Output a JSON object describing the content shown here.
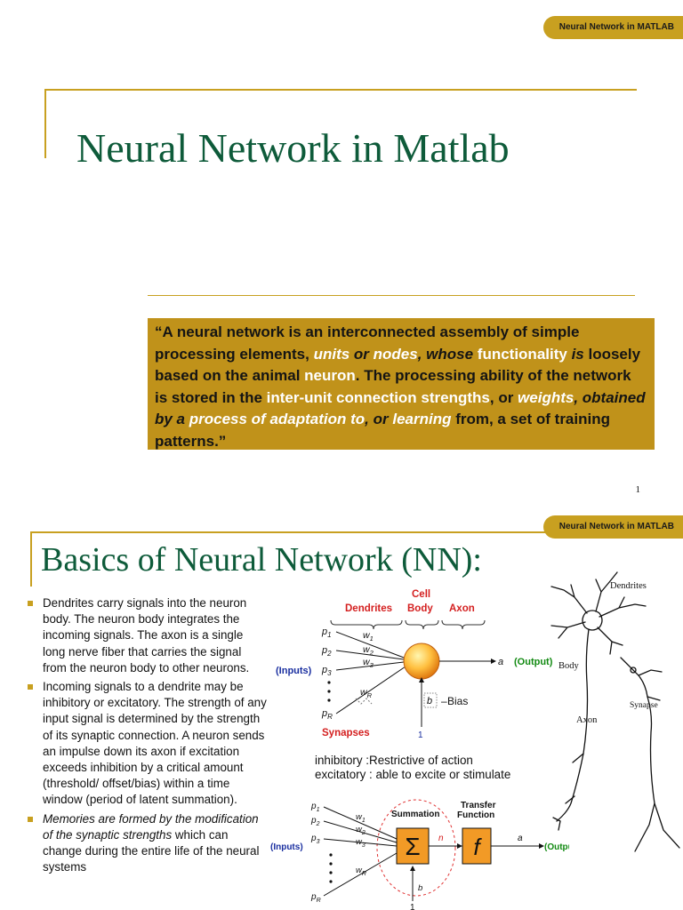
{
  "slide1": {
    "header_tag": "Neural Network in MATLAB",
    "title": "Neural Network in Matlab",
    "quote": [
      {
        "t": "“A neural network is an interconnected assembly of simple processing elements, ",
        "s": "n"
      },
      {
        "t": "units",
        "s": "wi"
      },
      {
        "t": " or ",
        "s": "i"
      },
      {
        "t": "nodes",
        "s": "wi"
      },
      {
        "t": ", whose ",
        "s": "i"
      },
      {
        "t": "functionality",
        "s": "w"
      },
      {
        "t": " is",
        "s": "i"
      },
      {
        "t": " loosely based on the animal ",
        "s": "n"
      },
      {
        "t": "neuron",
        "s": "w"
      },
      {
        "t": ". The processing ability of the network is stored in the ",
        "s": "n"
      },
      {
        "t": "inter-unit connection strengths",
        "s": "w"
      },
      {
        "t": ", or ",
        "s": "n"
      },
      {
        "t": "weights",
        "s": "wi"
      },
      {
        "t": ", obtained by a ",
        "s": "i"
      },
      {
        "t": "process of adaptation to",
        "s": "wi"
      },
      {
        "t": ", or ",
        "s": "i"
      },
      {
        "t": "learning",
        "s": "wi"
      },
      {
        "t": " from, a set of training patterns.”",
        "s": "n"
      }
    ],
    "page_number": "1"
  },
  "slide2": {
    "header_tag": "Neural Network in MATLAB",
    "title": "Basics of Neural Network (NN):",
    "bullets": [
      {
        "text": "Dendrites carry signals into the neuron body. The neuron body integrates the incoming signals. The axon is a single long nerve fiber that carries the signal from the neuron body to other neurons.",
        "italic": false
      },
      {
        "text": "Incoming signals to a dendrite may be inhibitory or excitatory. The strength of any input signal is determined by the strength of its synaptic connection. A neuron sends an impulse down its axon if excitation exceeds inhibition by a critical amount (threshold/ offset/bias) within a time window (period of latent summation).",
        "italic": false
      },
      {
        "text": "Memories are formed by the modification of the synaptic strengths",
        "italic": true,
        "rest": " which can change during the entire life of the neural systems"
      }
    ],
    "diagram1": {
      "dendrites": "Dendrites",
      "cell_body_1": "Cell",
      "cell_body_2": "Body",
      "axon": "Axon",
      "inputs": "(Inputs)",
      "p1": "p",
      "p1s": "1",
      "p2": "p",
      "p2s": "2",
      "p3": "p",
      "p3s": "3",
      "pR": "p",
      "pRs": "R",
      "w1": "w",
      "w1s": "1",
      "w2": "w",
      "w2s": "2",
      "w3": "w",
      "w3s": "3",
      "wR": "w",
      "wRs": "R",
      "output_a": "a",
      "output": "(Output)",
      "b": "b",
      "bias": "Bias",
      "synapses": "Synapses",
      "one": "1"
    },
    "note1": "inhibitory :Restrictive of action",
    "note2": "excitatory : able to excite or stimulate",
    "diagram2": {
      "summation": "Summation",
      "transfer_1": "Transfer",
      "transfer_2": "Function",
      "inputs": "(Inputs)",
      "p1": "p",
      "p1s": "1",
      "p2": "p",
      "p2s": "2",
      "p3": "p",
      "p3s": "3",
      "pR": "p",
      "pRs": "R",
      "w1": "w",
      "w1s": "1",
      "w2": "w",
      "w2s": "2",
      "w3": "w",
      "w3s": "3",
      "wR": "w",
      "wRs": "R",
      "sigma": "Σ",
      "f": "f",
      "n": "n",
      "a": "a",
      "output": "(Output)",
      "b": "b",
      "one": "1"
    },
    "sketch": {
      "dendrites": "Dendrites",
      "body": "Body",
      "axon": "Axon",
      "synapse": "Synapse"
    },
    "colors": {
      "accent": "#C8A020",
      "title": "#0E5B3A",
      "red_label": "#D42020",
      "blue_label": "#1A2FA0",
      "green_label": "#128A12"
    }
  }
}
